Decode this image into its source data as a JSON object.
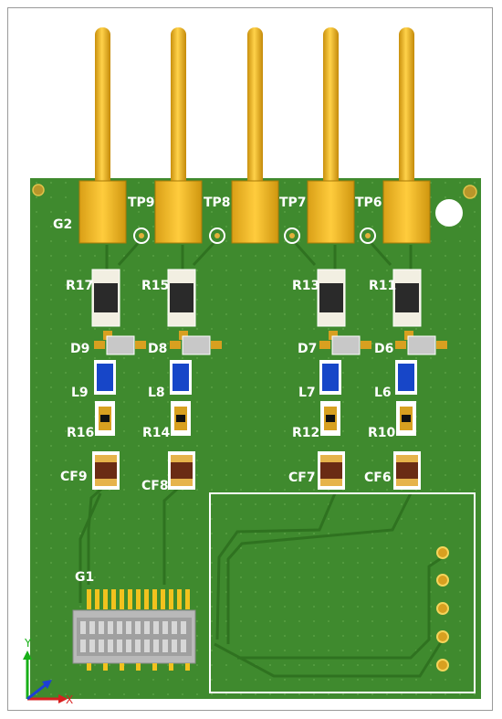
{
  "board": {
    "connector_g2": "G2",
    "connector_g1": "G1",
    "test_points": [
      "TP9",
      "TP8",
      "TP7",
      "TP6"
    ],
    "channels": [
      {
        "resistor_top": "R17",
        "diode": "D9",
        "inductor": "L9",
        "resistor_small": "R16",
        "filter": "CF9"
      },
      {
        "resistor_top": "R15",
        "diode": "D8",
        "inductor": "L8",
        "resistor_small": "R14",
        "filter": "CF8"
      },
      {
        "resistor_top": "R13",
        "diode": "D7",
        "inductor": "L7",
        "resistor_small": "R12",
        "filter": "CF7"
      },
      {
        "resistor_top": "R11",
        "diode": "D6",
        "inductor": "L6",
        "resistor_small": "R10",
        "filter": "CF6"
      }
    ]
  },
  "axes": {
    "x": "X",
    "y": "Y"
  },
  "colors": {
    "pcb": "#3f8a2e",
    "gold": "#f2b81e",
    "silkscreen": "#ffffff",
    "trace": "#357a26",
    "inductor": "#1746c8",
    "axis_x": "#d82020",
    "axis_y": "#18b018",
    "axis_z": "#1d3fd6"
  }
}
